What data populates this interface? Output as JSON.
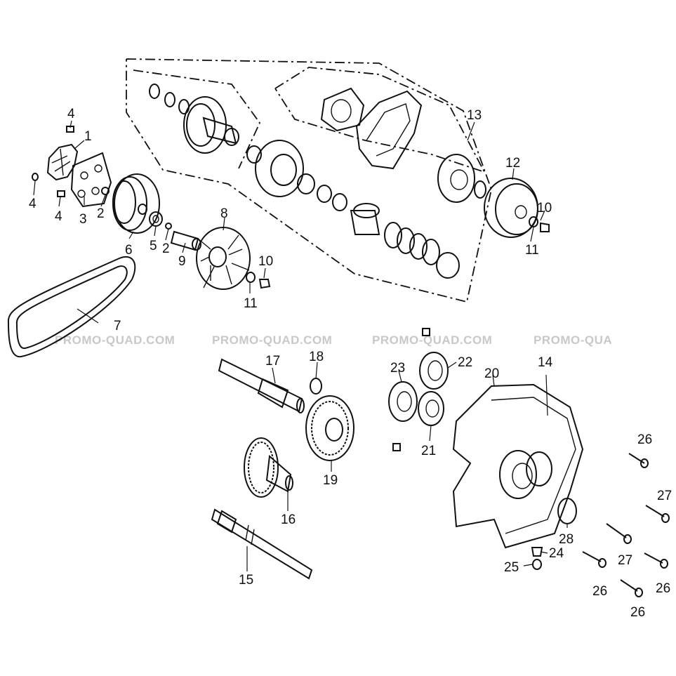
{
  "watermark": "PROMO-QUAD.COM",
  "watermark_cut": "PROMO-QUA",
  "callouts": [
    "1",
    "2",
    "3",
    "4",
    "5",
    "6",
    "7",
    "8",
    "9",
    "10",
    "11",
    "12",
    "13",
    "14",
    "15",
    "16",
    "17",
    "18",
    "19",
    "20",
    "21",
    "22",
    "23",
    "24",
    "25",
    "26",
    "27",
    "28"
  ]
}
